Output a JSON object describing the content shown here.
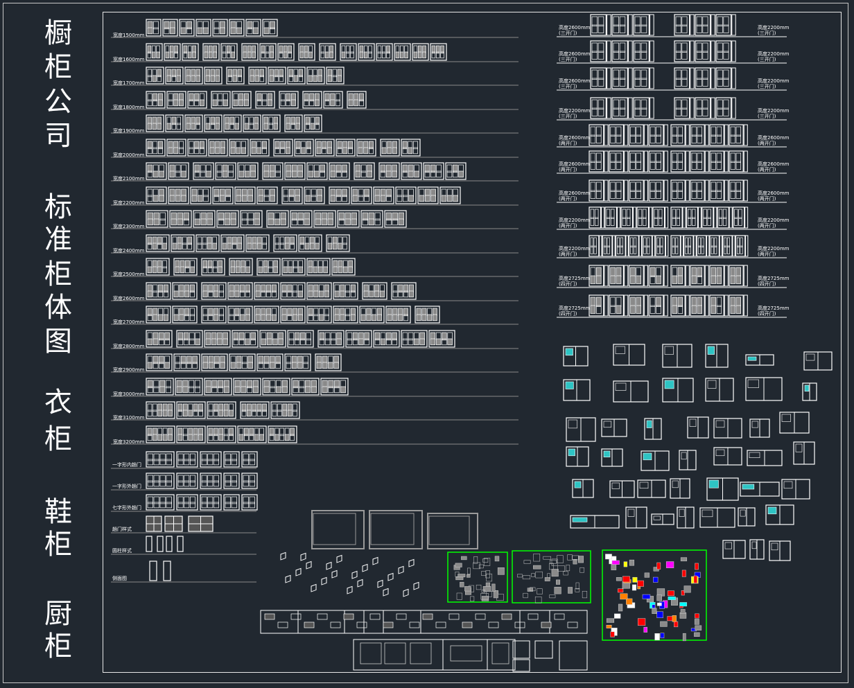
{
  "title_chars": [
    "橱",
    "柜",
    "公",
    "司",
    "标",
    "准",
    "柜",
    "体",
    "图",
    "衣",
    "柜",
    "鞋",
    "柜",
    "厨",
    "柜"
  ],
  "left_rows": [
    "宽度1500mm",
    "宽度1600mm",
    "宽度1700mm",
    "宽度1800mm",
    "宽度1900mm",
    "宽度2000mm",
    "宽度2100mm",
    "宽度2200mm",
    "宽度2300mm",
    "宽度2400mm",
    "宽度2500mm",
    "宽度2600mm",
    "宽度2700mm",
    "宽度2800mm",
    "宽度2900mm",
    "宽度3000mm",
    "宽度3100mm",
    "宽度3200mm"
  ],
  "door_rows": [
    "一字形内趟门",
    "一字形外趟门",
    "七字形外趟门",
    "趟门样式",
    "圆柱样式",
    "侧面图"
  ],
  "right_rows": [
    {
      "left_h": "高度2600mm",
      "left_t": "(三开门)",
      "right_h": "高度2200mm",
      "right_t": "(三开门)"
    },
    {
      "left_h": "高度2600mm",
      "left_t": "(三开门)",
      "right_h": "高度2200mm",
      "right_t": "(三开门)"
    },
    {
      "left_h": "高度2600mm",
      "left_t": "(三开门)",
      "right_h": "高度2200mm",
      "right_t": "(三开门)"
    },
    {
      "left_h": "高度2200mm",
      "left_t": "(三开门)",
      "right_h": "高度2200mm",
      "right_t": "(三开门)"
    },
    {
      "left_h": "高度2600mm",
      "left_t": "(两开门)",
      "right_h": "高度2600mm",
      "right_t": "(两开门)"
    },
    {
      "left_h": "高度2600mm",
      "left_t": "(两开门)",
      "right_h": "高度2600mm",
      "right_t": "(两开门)"
    },
    {
      "left_h": "高度2600mm",
      "left_t": "(两开门)",
      "right_h": "高度2600mm",
      "right_t": "(两开门)"
    },
    {
      "left_h": "高度2200mm",
      "left_t": "(两开门)",
      "right_h": "高度2200mm",
      "right_t": "(两开门)"
    },
    {
      "left_h": "高度2200mm",
      "left_t": "(两开门)",
      "right_h": "高度2200mm",
      "right_t": "(两开门)"
    },
    {
      "left_h": "高度2725mm",
      "left_t": "(四开门)",
      "right_h": "高度2725mm",
      "right_t": "(四开门)"
    },
    {
      "left_h": "高度2725mm",
      "left_t": "(四开门)",
      "right_h": "高度2725mm",
      "right_t": "(四开门)"
    }
  ],
  "colors": {
    "background": "#212830",
    "lines": "#ffffff",
    "grid_line": "#8a8a8a",
    "highlight_box": "#00ff00"
  }
}
